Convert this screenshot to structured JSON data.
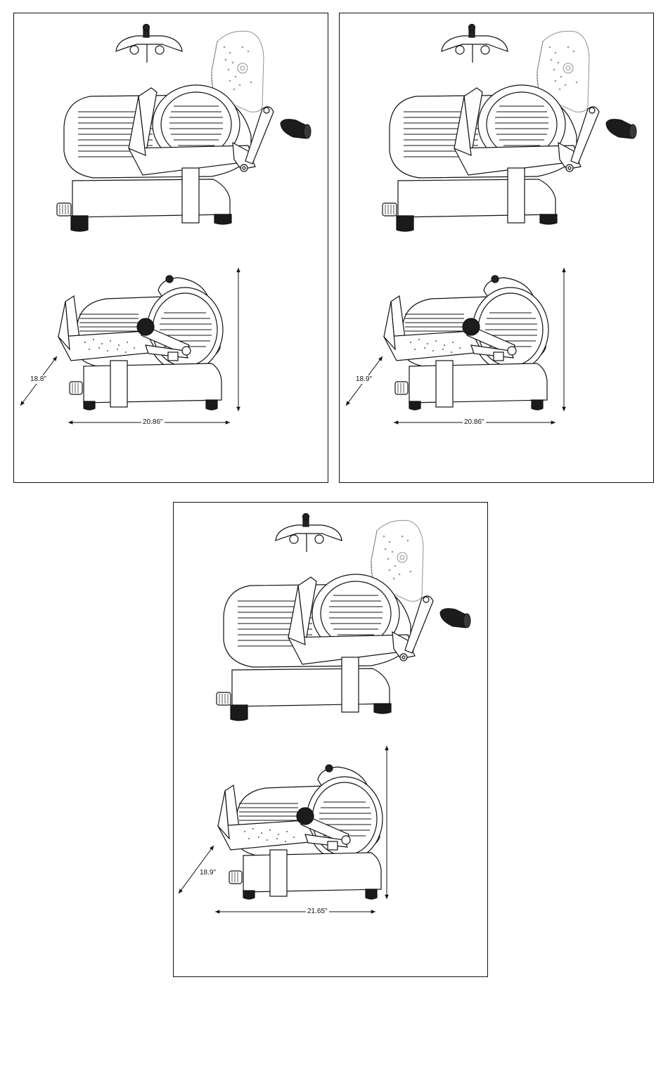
{
  "panels": [
    {
      "depth_label": "18.8\"",
      "width_label": "20.86\""
    },
    {
      "depth_label": "18.9\"",
      "width_label": "20.86\""
    },
    {
      "depth_label": "18.9\"",
      "width_label": "21.65\""
    }
  ]
}
